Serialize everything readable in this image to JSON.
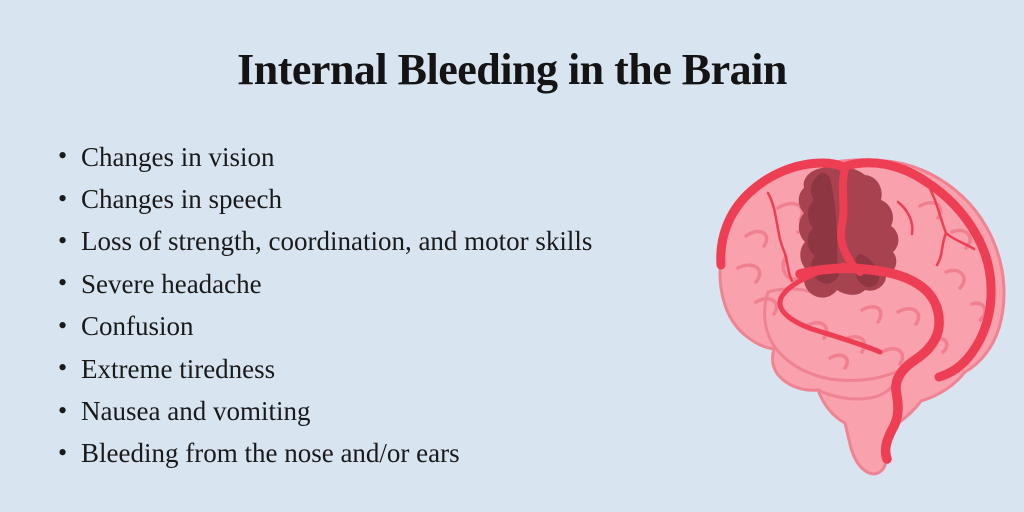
{
  "page": {
    "title": "Internal Bleeding in the Brain",
    "background_color": "#d8e4ef",
    "title_color": "#141414",
    "text_color": "#1a1a1a"
  },
  "symptoms": {
    "bullet_glyph": "•",
    "items": [
      "Changes in vision",
      "Changes in speech",
      "Loss of strength, coordination, and motor skills",
      "Severe headache",
      "Confusion",
      "Extreme tiredness",
      "Nausea and vomiting",
      "Bleeding from the nose and/or ears"
    ]
  },
  "illustration": {
    "label": "brain-with-internal-bleeding",
    "colors": {
      "brain_pink": "#f9a1ac",
      "brain_outline": "#ef8394",
      "sulci_pink": "#f0808f",
      "artery_red": "#ee3e54",
      "bleed_dark": "#a6434f",
      "bleed_darker": "#8e3743"
    }
  }
}
